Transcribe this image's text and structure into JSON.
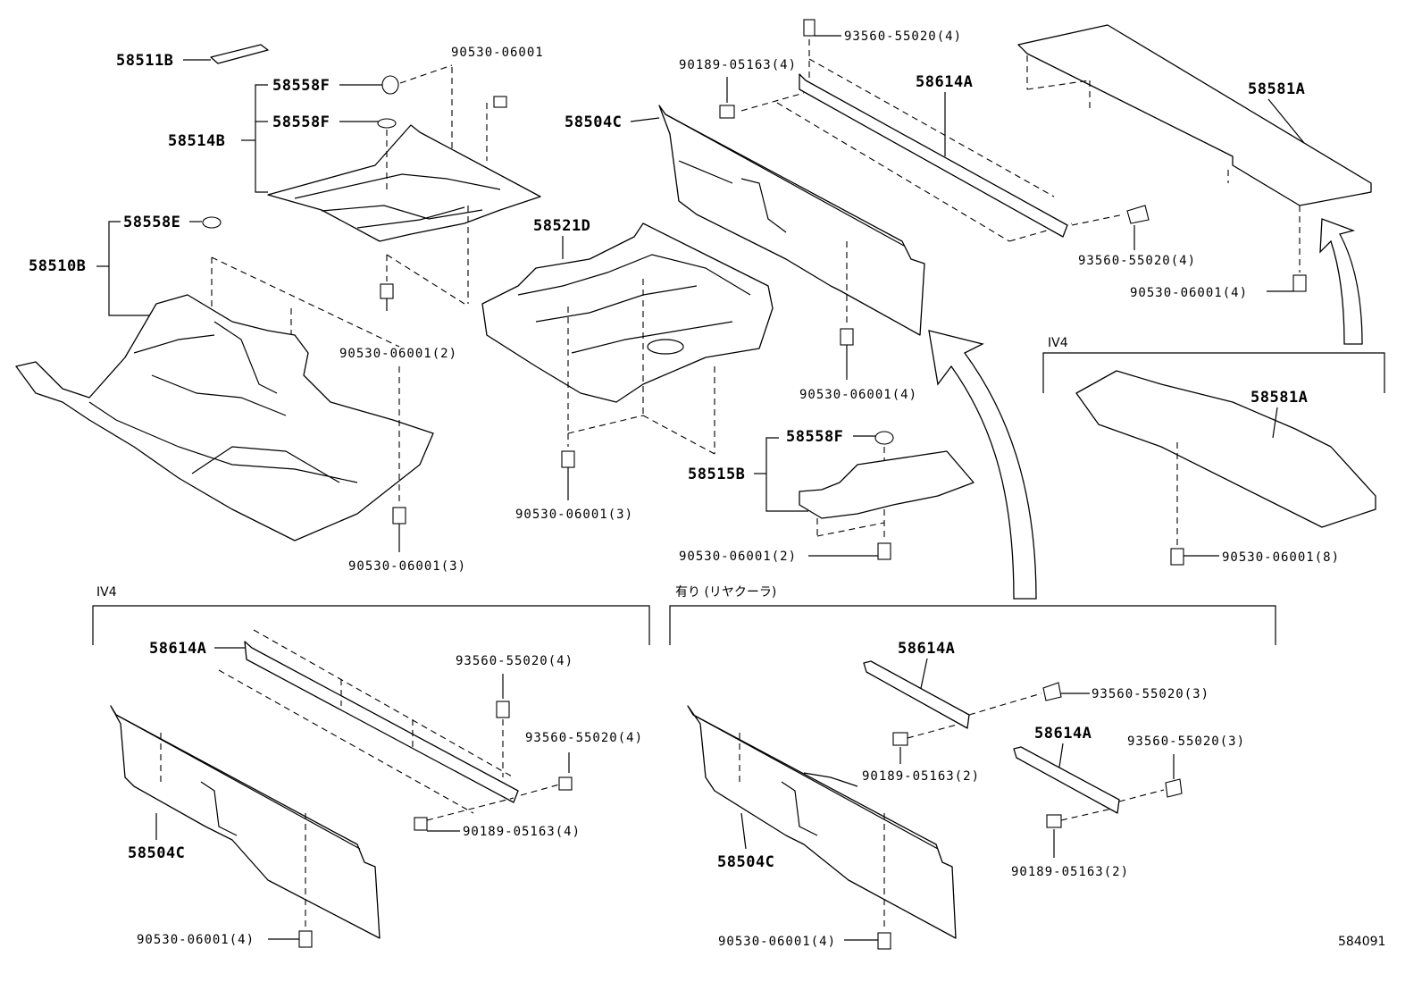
{
  "labels": {
    "p58511B": "58511B",
    "p58558F_1": "58558F",
    "p58558F_2": "58558F",
    "p58514B": "58514B",
    "p90530_top": "90530-06001",
    "p58558E": "58558E",
    "p58510B": "58510B",
    "p90530_2a": "90530-06001(2)",
    "p90530_3a": "90530-06001(3)",
    "p58521D": "58521D",
    "p90530_3b": "90530-06001(3)",
    "p93560_top": "93560-55020(4)",
    "p90189_top": "90189-05163(4)",
    "p58614A_top": "58614A",
    "p58504C_top": "58504C",
    "p93560_mid": "93560-55020(4)",
    "p90530_4a": "90530-06001(4)",
    "p58558F_3": "58558F",
    "p58515B": "58515B",
    "p90530_2b": "90530-06001(2)",
    "p58581A_top": "58581A",
    "p90530_4b": "90530-06001(4)",
    "p58581A_iv4": "58581A",
    "p90530_8": "90530-06001(8)",
    "p58614A_bl": "58614A",
    "p93560_bl1": "93560-55020(4)",
    "p93560_bl2": "93560-55020(4)",
    "p90189_bl": "90189-05163(4)",
    "p58504C_bl": "58504C",
    "p90530_4c": "90530-06001(4)",
    "p58614A_br1": "58614A",
    "p93560_br1": "93560-55020(3)",
    "p90189_br1": "90189-05163(2)",
    "p58614A_br2": "58614A",
    "p93560_br2": "93560-55020(3)",
    "p90189_br2": "90189-05163(2)",
    "p58504C_br": "58504C",
    "p90530_4d": "90530-06001(4)"
  },
  "groups": {
    "iv4_right": "IV4",
    "iv4_left": "IV4",
    "rear_cooler": "有り (リヤクーラ)"
  },
  "diagram_id": "584091"
}
